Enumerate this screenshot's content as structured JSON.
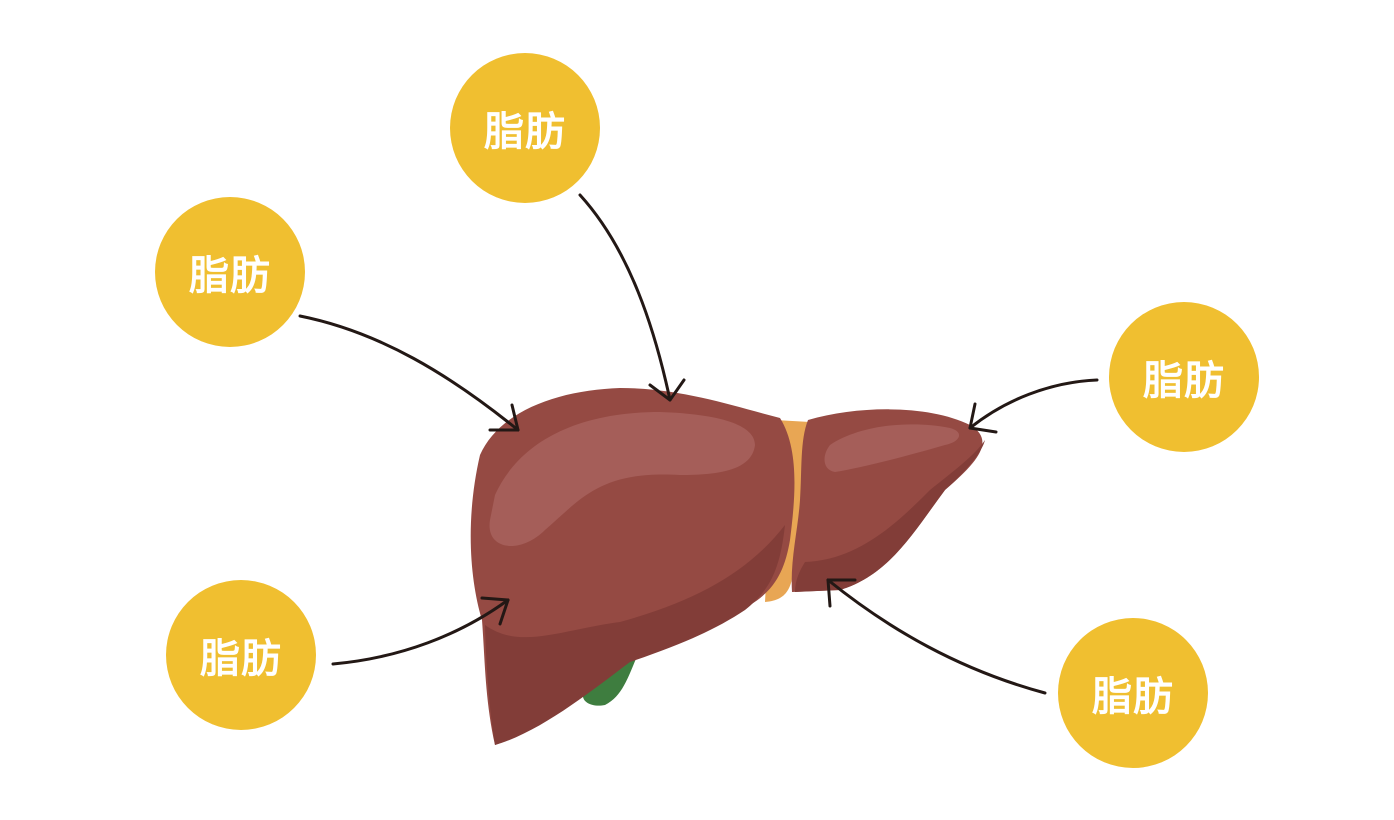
{
  "labels": [
    {
      "text": "脂肪"
    },
    {
      "text": "脂肪"
    },
    {
      "text": "脂肪"
    },
    {
      "text": "脂肪"
    },
    {
      "text": "脂肪"
    }
  ],
  "colors": {
    "circle": "#F0BF30",
    "liver": "#954A43",
    "liver_highlight": "#A55E59",
    "liver_shadow": "#823D38",
    "ligament": "#E8A654",
    "gallbladder": "#3E7D3F",
    "arrow": "#231815"
  }
}
